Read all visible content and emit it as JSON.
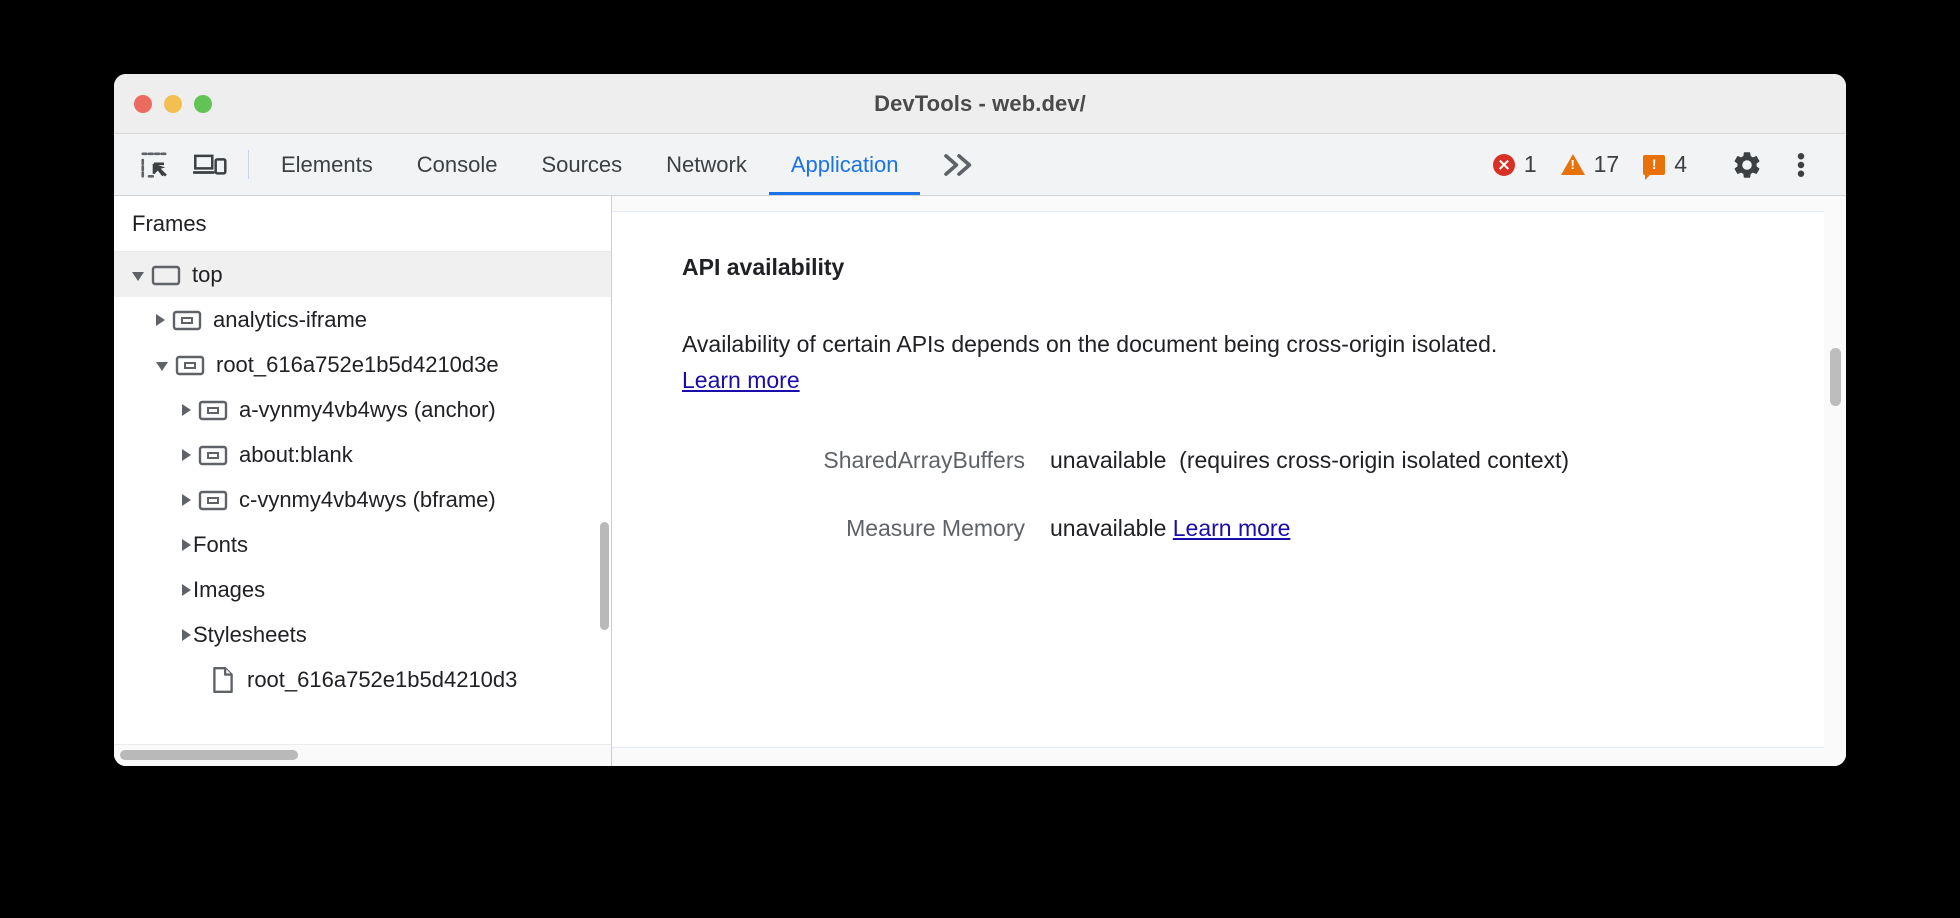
{
  "window": {
    "title": "DevTools - web.dev/",
    "traffic_lights": [
      "close-red",
      "minimize-yellow",
      "maximize-green"
    ]
  },
  "toolbar": {
    "inspect_icon": "inspect-element-icon",
    "device_icon": "device-toolbar-icon",
    "tabs": [
      {
        "label": "Elements",
        "active": false
      },
      {
        "label": "Console",
        "active": false
      },
      {
        "label": "Sources",
        "active": false
      },
      {
        "label": "Network",
        "active": false
      },
      {
        "label": "Application",
        "active": true
      }
    ],
    "more_tabs_label": "»",
    "counters": {
      "errors": "1",
      "warnings": "17",
      "issues": "4"
    },
    "settings_icon": "gear-icon",
    "menu_icon": "kebab-menu-icon",
    "accent_color": "#1a73e8",
    "error_color": "#d93025",
    "warning_color": "#e8710a"
  },
  "sidebar": {
    "header": "Frames",
    "tree": [
      {
        "label": "top",
        "twisty": "open",
        "icon": "frame-icon",
        "depth": 0,
        "selected": true
      },
      {
        "label": "analytics-iframe",
        "twisty": "closed",
        "icon": "iframe-icon",
        "depth": 1,
        "selected": false
      },
      {
        "label": "root_616a752e1b5d4210d3e",
        "twisty": "open",
        "icon": "iframe-icon",
        "depth": 1,
        "selected": false
      },
      {
        "label": "a-vynmy4vb4wys (anchor)",
        "twisty": "closed",
        "icon": "iframe-icon",
        "depth": 2,
        "selected": false
      },
      {
        "label": "about:blank",
        "twisty": "closed",
        "icon": "iframe-icon",
        "depth": 2,
        "selected": false
      },
      {
        "label": "c-vynmy4vb4wys (bframe)",
        "twisty": "closed",
        "icon": "iframe-icon",
        "depth": 2,
        "selected": false
      },
      {
        "label": "Fonts",
        "twisty": "closed",
        "icon": "none",
        "depth": 1,
        "selected": false
      },
      {
        "label": "Images",
        "twisty": "closed",
        "icon": "none",
        "depth": 1,
        "selected": false
      },
      {
        "label": "Stylesheets",
        "twisty": "closed",
        "icon": "none",
        "depth": 1,
        "selected": false
      },
      {
        "label": "root_616a752e1b5d4210d3",
        "twisty": "none",
        "icon": "document-icon",
        "depth": 2,
        "selected": false
      }
    ]
  },
  "main": {
    "section_title": "API availability",
    "description_part1": "Availability of certain APIs depends on the document being cross-origin isolated. ",
    "description_link": "Learn more",
    "rows": [
      {
        "label": "SharedArrayBuffers",
        "value": "unavailable",
        "note": "(requires cross-origin isolated context)",
        "link": ""
      },
      {
        "label": "Measure Memory",
        "value": "unavailable",
        "note": "",
        "link": "Learn more"
      }
    ],
    "link_color": "#1a0dab"
  }
}
